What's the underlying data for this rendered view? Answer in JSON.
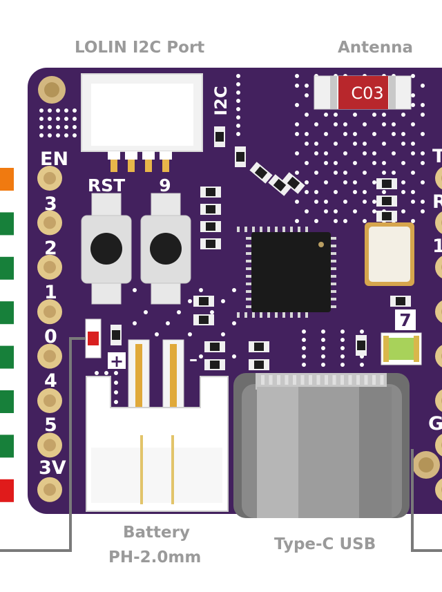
{
  "callouts": {
    "i2c_port": "LOLIN I2C Port",
    "antenna": "Antenna",
    "battery_line1": "Battery",
    "battery_line2": "PH-2.0mm",
    "usb": "Type-C USB"
  },
  "silkscreen": {
    "i2c": "I2C",
    "rst": "RST",
    "nine": "9",
    "seven": "7",
    "plus": "+",
    "minus": "–",
    "antenna_part": "C03"
  },
  "left_pins": [
    "EN",
    "3",
    "2",
    "1",
    "0",
    "4",
    "5",
    "3V"
  ],
  "right_pins_partial": [
    "T",
    "R",
    "1",
    "G"
  ],
  "colors": {
    "board": "#43215e",
    "header_tags": [
      "#f07a10",
      "#17803a",
      "#17803a",
      "#17803a",
      "#17803a",
      "#17803a",
      "#17803a",
      "#e01b1b"
    ]
  }
}
